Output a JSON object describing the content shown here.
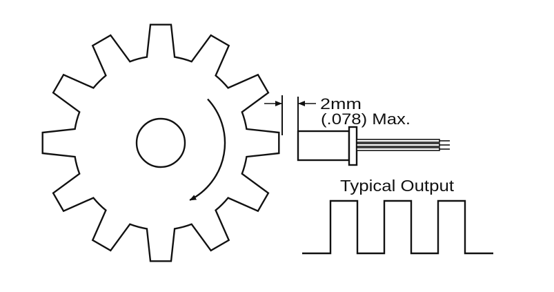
{
  "gear": {
    "teeth": 12,
    "rotation": "clockwise"
  },
  "gap_label": {
    "line1": "2mm",
    "line2": "(.078) Max."
  },
  "output": {
    "title": "Typical Output",
    "pulses": 3
  },
  "colors": {
    "stroke": "#111111",
    "background": "#ffffff"
  }
}
